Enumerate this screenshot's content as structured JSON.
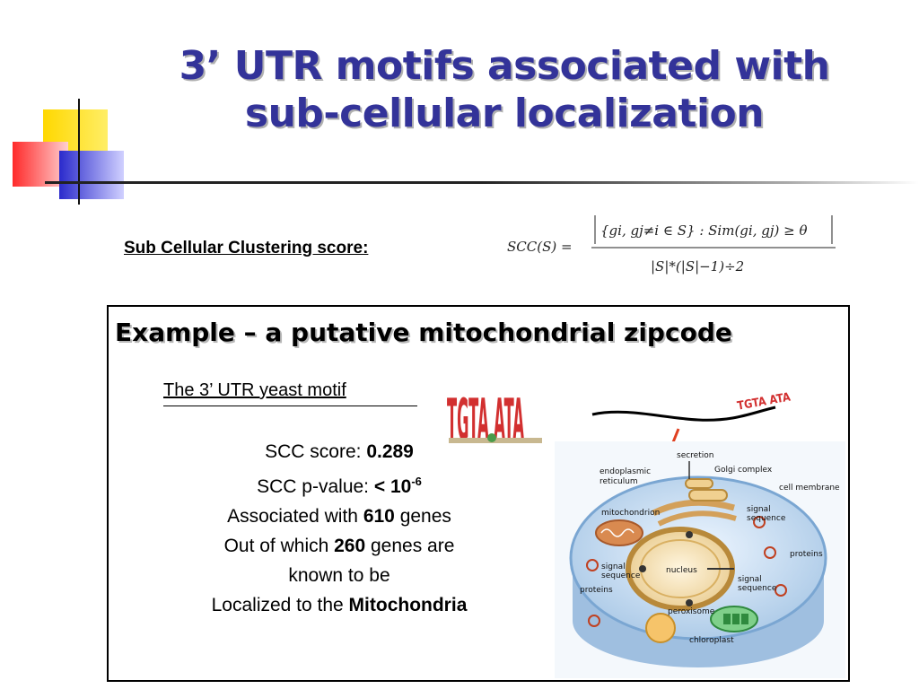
{
  "slide": {
    "title_line1": "3’ UTR motifs associated with",
    "title_line2": "sub-cellular localization",
    "subtitle": "Sub Cellular Clustering score: ",
    "formula": {
      "lhs": "SCC(S) =",
      "numerator": "{gi, gj≠i ∈ S} : Sim(gi, gj) ≥ θ",
      "denominator": "|S|*(|S|−1)÷2"
    },
    "example_heading": "Example – a putative mitochondrial zipcode",
    "motif_label": "The 3’ UTR yeast motif ",
    "motif_logo_text": "TGTA ATA",
    "stats": {
      "scc_score_label": "SCC score: ",
      "scc_score_value": "0.289",
      "pvalue_label": "SCC p-value: ",
      "pvalue_value": "< 10",
      "pvalue_exp": "-6",
      "assoc_prefix": "Associated with ",
      "assoc_value": "610",
      "assoc_suffix": " genes",
      "outof_prefix": "Out of which ",
      "outof_value": "260",
      "outof_suffix": " genes are",
      "known": "known to be",
      "localized_prefix": "Localized to the ",
      "localized_value": "Mitochondria"
    },
    "cell_diagram": {
      "labels": {
        "secretion": "secretion",
        "er": "endoplasmic",
        "er2": "reticulum",
        "golgi": "Golgi complex",
        "cell_membrane": "cell membrane",
        "mitochondrion": "mitochondrion",
        "signal_seq_top": "signal",
        "signal_seq_top2": "sequence",
        "proteins_right": "proteins",
        "nucleus": "nucleus",
        "signal_left": "signal",
        "signal_left2": "sequence",
        "proteins_left": "proteins",
        "signal_right": "signal",
        "signal_right2": "sequence",
        "peroxisome": "peroxisome",
        "chloroplast": "chloroplast"
      }
    },
    "colors": {
      "title": "#333399",
      "deco_yellow": "#ffdd00",
      "deco_red": "#ff3333",
      "deco_blue": "#3333cc"
    }
  }
}
